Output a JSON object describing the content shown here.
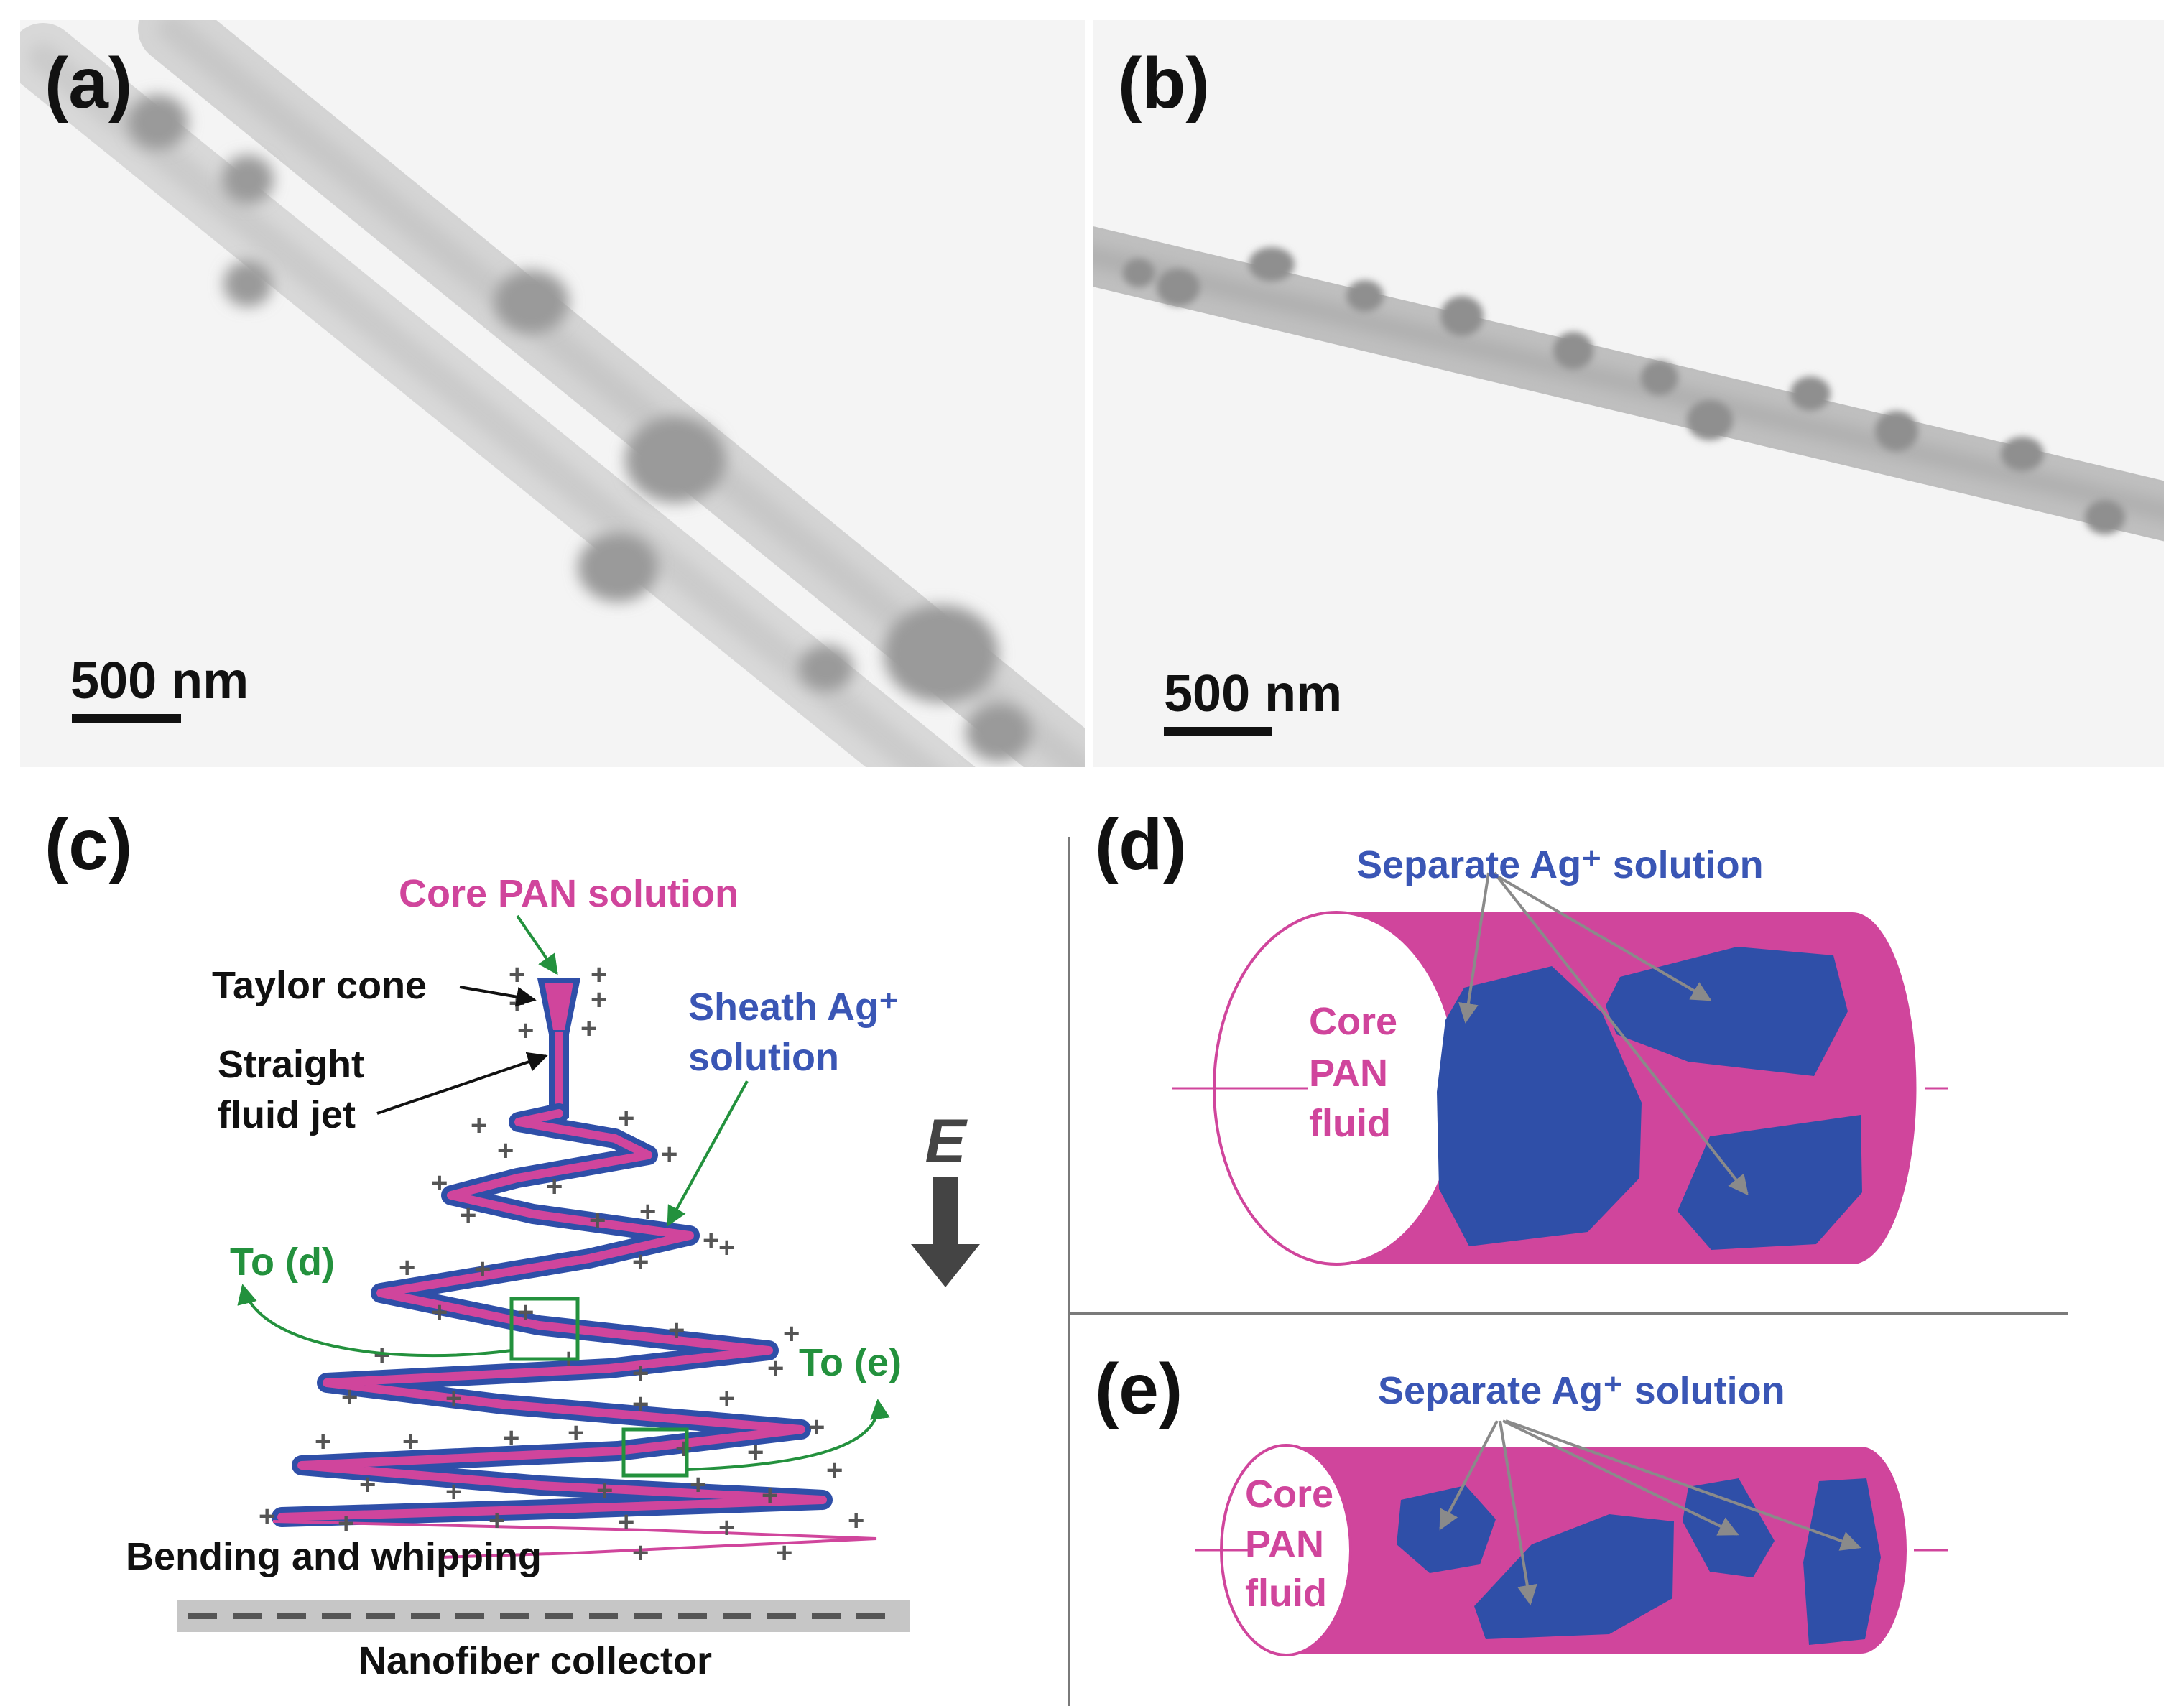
{
  "panels": {
    "a": {
      "label": "(a)",
      "scale_bar": "500 nm"
    },
    "b": {
      "label": "(b)",
      "scale_bar": "500 nm"
    },
    "c": {
      "label": "(c)",
      "core_solution": "Core PAN solution",
      "taylor_cone": "Taylor cone",
      "straight_jet_line1": "Straight",
      "straight_jet_line2": "fluid jet",
      "sheath_line1": "Sheath Ag⁺",
      "sheath_line2": "solution",
      "field_symbol": "E",
      "to_d": "To (d)",
      "to_e": "To (e)",
      "bending": "Bending and whipping",
      "collector": "Nanofiber collector"
    },
    "d": {
      "label": "(d)",
      "separate": "Separate Ag⁺ solution",
      "core_line1": "Core",
      "core_line2": "PAN",
      "core_line3": "fluid"
    },
    "e": {
      "label": "(e)",
      "separate": "Separate Ag⁺ solution",
      "core_line1": "Core",
      "core_line2": "PAN",
      "core_line3": "fluid"
    }
  },
  "colors": {
    "core_magenta": "#d0459c",
    "sheath_blue": "#2f4fa8",
    "annotation_green": "#23913d",
    "arrow_gray": "#8a8a8a"
  }
}
